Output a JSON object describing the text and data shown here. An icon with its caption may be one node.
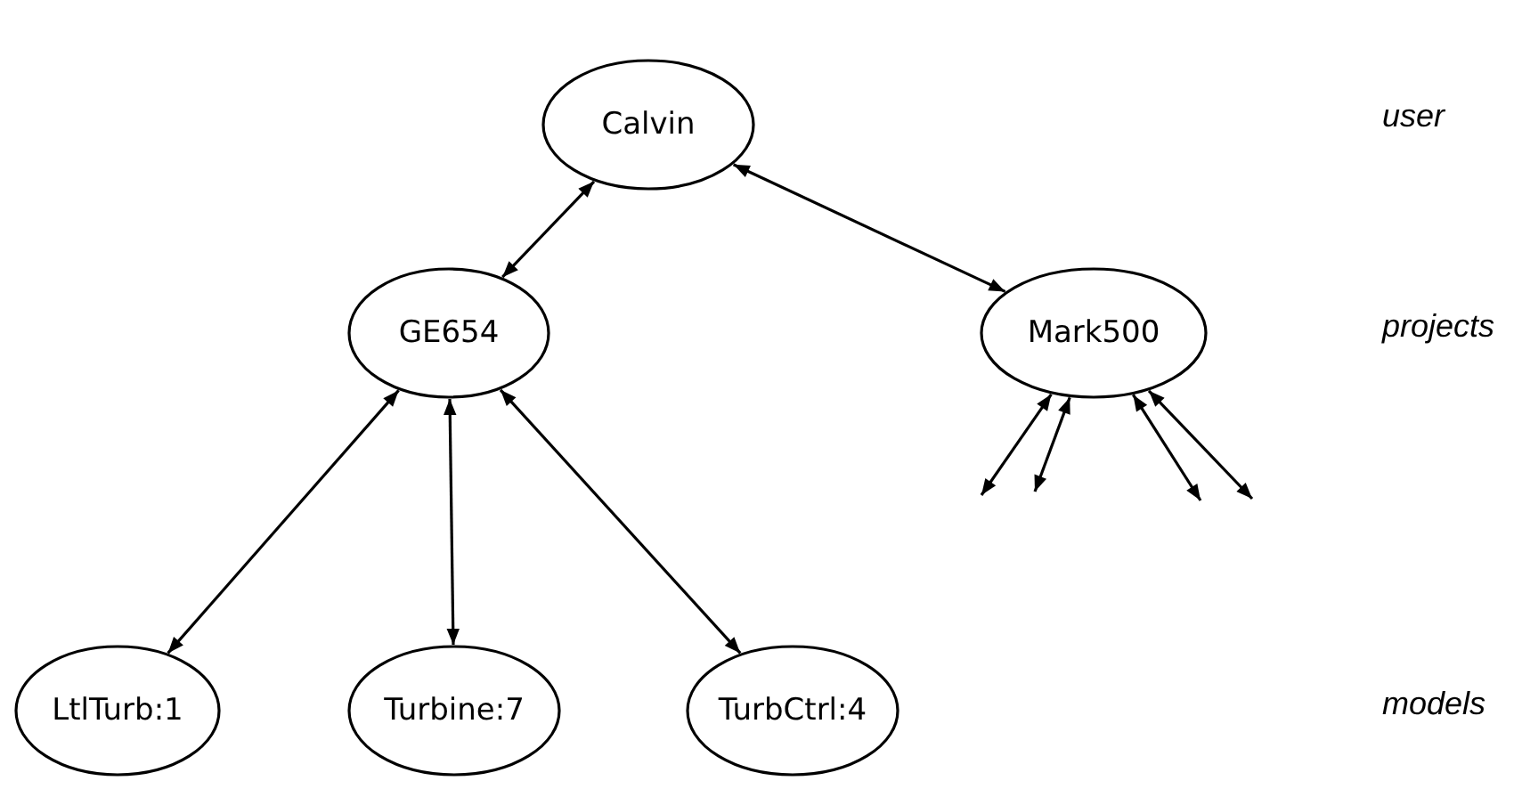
{
  "diagram": {
    "nodes": [
      {
        "text": [
          "Calvin"
        ]
      },
      {
        "text": [
          "GE654"
        ]
      },
      {
        "text": [
          "Mark500"
        ]
      },
      {
        "text": [
          "LtlTurb:1"
        ]
      },
      {
        "text": [
          "Turbine:7"
        ]
      },
      {
        "text": [
          "TurbCtrl:4"
        ]
      }
    ],
    "edges": [
      {
        "from": 0,
        "to": 1,
        "arrow": "both"
      },
      {
        "from": 0,
        "to": 2,
        "arrow": "both"
      },
      {
        "from": 1,
        "to": 3,
        "arrow": "both"
      },
      {
        "from": 1,
        "to": 4,
        "arrow": "both"
      },
      {
        "from": 1,
        "to": 5,
        "arrow": "both"
      },
      {
        "from": 2,
        "to": null,
        "arrow": "both"
      },
      {
        "from": 2,
        "to": null,
        "arrow": "both"
      },
      {
        "from": 2,
        "to": null,
        "arrow": "both"
      },
      {
        "from": 2,
        "to": null,
        "arrow": "both"
      }
    ],
    "labels": [
      "user",
      "projects",
      "models"
    ]
  }
}
